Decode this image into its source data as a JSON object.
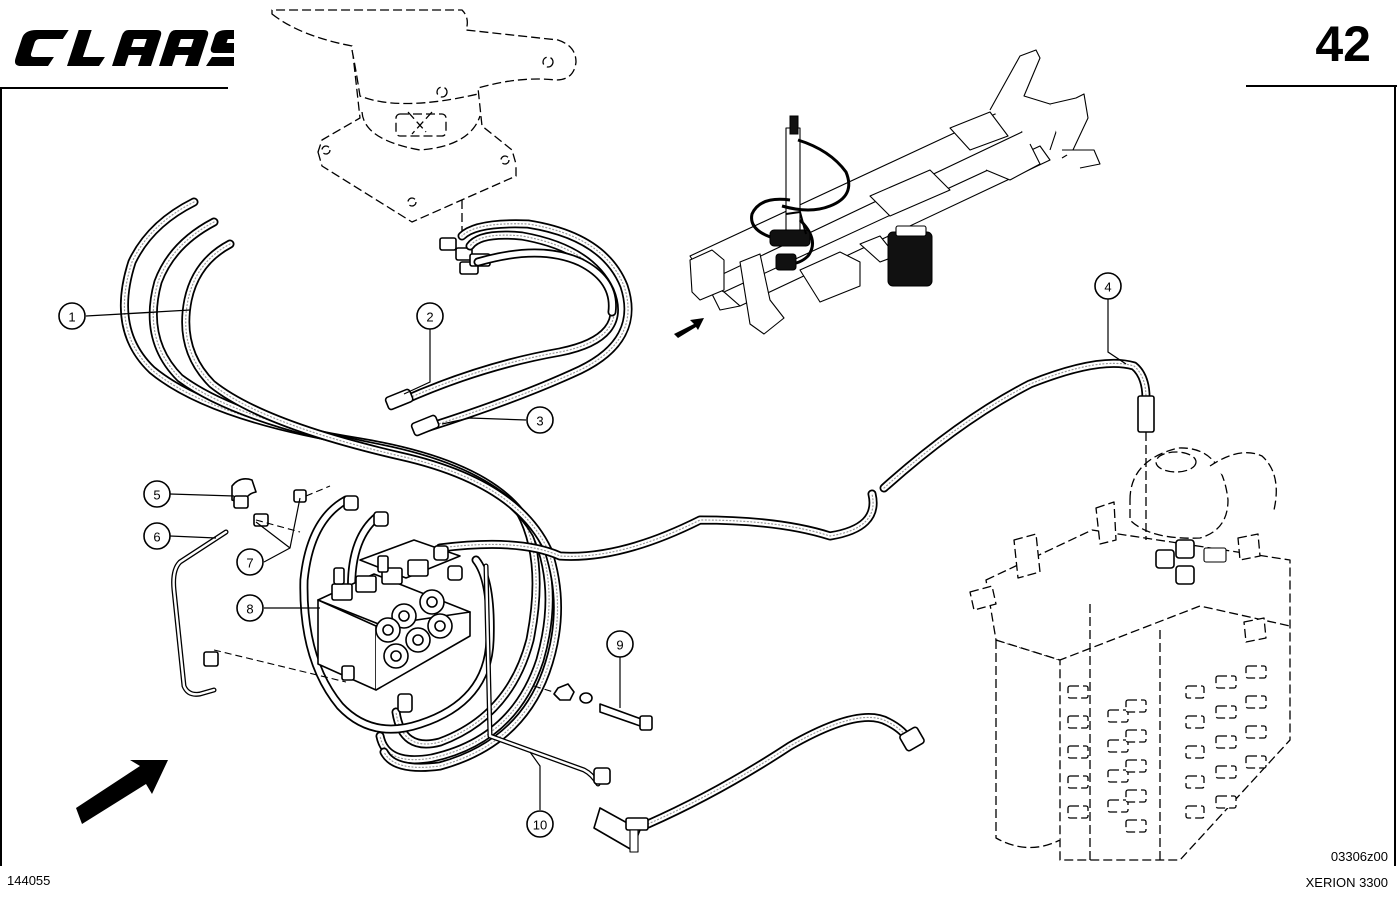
{
  "header": {
    "brand": "CLAAS",
    "page_number": "42"
  },
  "footer": {
    "catalog_number": "144055",
    "drawing_code": "03306z00",
    "model": "XERION 3300"
  },
  "callouts": [
    {
      "id": "1",
      "part": "hoses"
    },
    {
      "id": "2",
      "part": "hose"
    },
    {
      "id": "3",
      "part": "hose"
    },
    {
      "id": "4",
      "part": "hose"
    },
    {
      "id": "5",
      "part": "elbow fitting"
    },
    {
      "id": "6",
      "part": "pipe"
    },
    {
      "id": "7",
      "part": "fittings"
    },
    {
      "id": "8",
      "part": "control valve block"
    },
    {
      "id": "9",
      "part": "bolt"
    },
    {
      "id": "10",
      "part": "pipe"
    }
  ],
  "colors": {
    "line": "#000000",
    "background": "#ffffff",
    "hose_texture": "#9a9a9a"
  },
  "icons": [
    "direction-arrow-icon"
  ]
}
